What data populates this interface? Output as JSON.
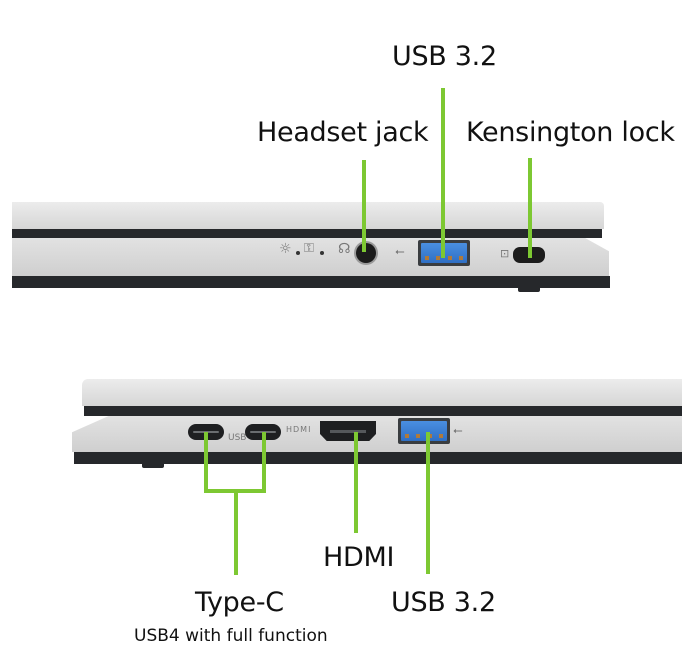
{
  "accent_color": "#7dc832",
  "top_view": {
    "labels": {
      "usb": "USB 3.2",
      "headset": "Headset jack",
      "kensington": "Kensington lock"
    },
    "icons": {
      "power_light": "sun-icon",
      "battery_light": "battery-icon",
      "headset": "headset-icon",
      "usb": "usb-icon",
      "lock": "lock-icon"
    }
  },
  "bottom_view": {
    "labels": {
      "typec": "Type-C",
      "typec_sub": "USB4 with full function",
      "hdmi": "HDMI",
      "usb": "USB 3.2"
    },
    "port_markings": {
      "hdmi_text": "HDMI",
      "usb_text": "USB"
    }
  }
}
